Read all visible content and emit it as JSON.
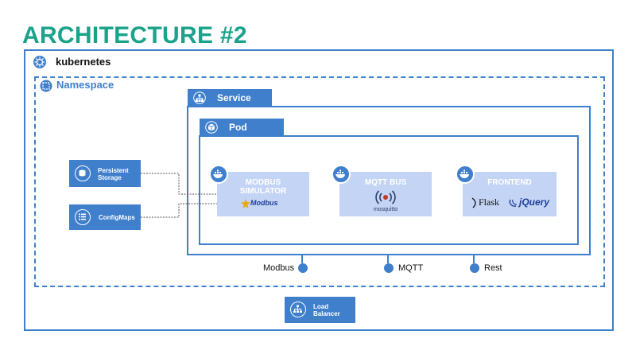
{
  "title": "ARCHITECTURE #2",
  "kubernetes": {
    "label": "kubernetes"
  },
  "namespace": {
    "label": "Namespace"
  },
  "service": {
    "label": "Service"
  },
  "pod": {
    "label": "Pod"
  },
  "storage": {
    "persistent": {
      "line1": "Persistent",
      "line2": "Storage"
    },
    "configmaps": {
      "label": "ConfigMaps"
    }
  },
  "containers": {
    "modbus": {
      "line1": "MODBUS",
      "line2": "SIMULATOR",
      "logo": "Modbus"
    },
    "mqtt": {
      "title": "MQTT BUS",
      "logo": "mosquitto"
    },
    "frontend": {
      "title": "FRONTEND",
      "logo1": "Flask",
      "logo2": "jQuery"
    }
  },
  "ports": {
    "modbus": "Modbus",
    "mqtt": "MQTT",
    "rest": "Rest"
  },
  "load_balancer": {
    "line1": "Load",
    "line2": "Balancer"
  },
  "colors": {
    "title": "#1aa38a",
    "accent": "#3f7fcc",
    "card": "#c3d4f5"
  },
  "icons": [
    "kubernetes-icon",
    "namespace-icon",
    "service-icon",
    "pod-icon",
    "docker-icon",
    "storage-icon",
    "configmap-icon",
    "load-balancer-icon",
    "mosquitto-icon"
  ]
}
